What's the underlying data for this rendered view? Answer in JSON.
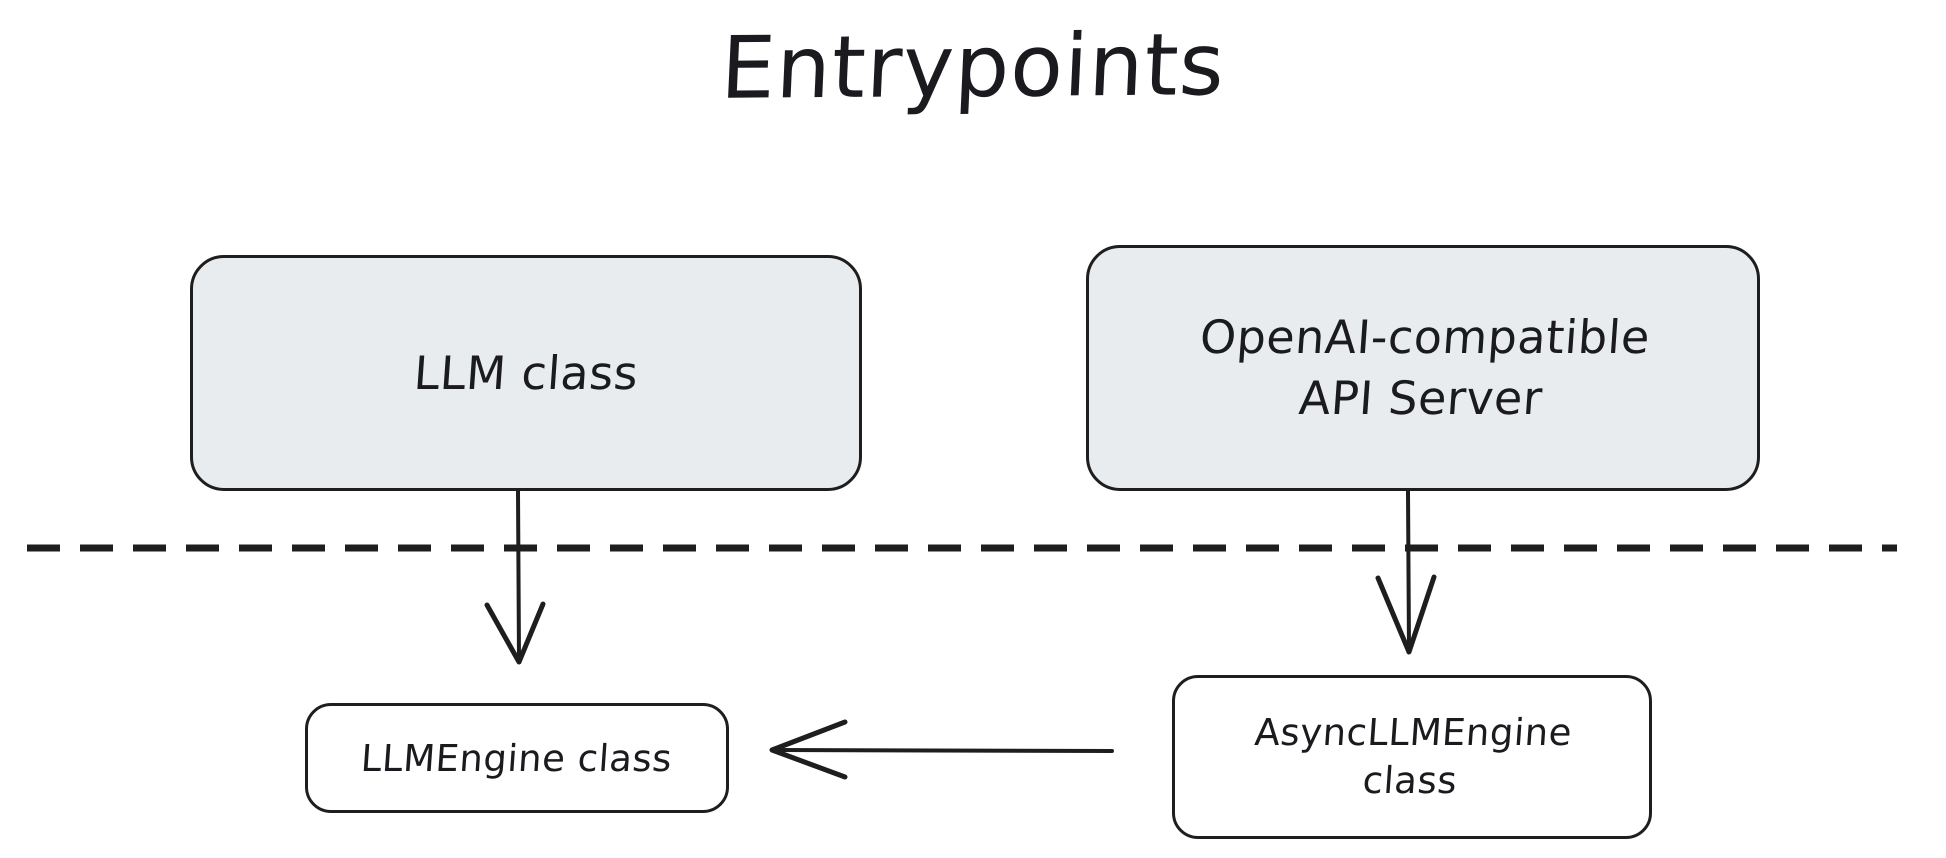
{
  "diagram": {
    "title": "Entrypoints",
    "background_color": "#ffffff",
    "stroke_color": "#1e1e1e",
    "text_color": "#1b1b1f",
    "node_fill_filled": "#e9ecee",
    "node_fill_plain": "#ffffff",
    "style": "hand-drawn sketch (excalidraw-like)",
    "nodes": [
      {
        "id": "llm-class",
        "label": "LLM class",
        "fill": "#e9ecee",
        "layer": "entrypoint"
      },
      {
        "id": "openai-server",
        "label": "OpenAI-compatible\nAPI Server",
        "line1": "OpenAI-compatible",
        "line2": "API Server",
        "fill": "#e9ecee",
        "layer": "entrypoint"
      },
      {
        "id": "llmengine-class",
        "label": "LLMEngine class",
        "fill": "#ffffff",
        "layer": "engine"
      },
      {
        "id": "async-llmengine-class",
        "label": "AsyncLLMEngine\nclass",
        "line1": "AsyncLLMEngine",
        "line2": "class",
        "fill": "#ffffff",
        "layer": "engine"
      }
    ],
    "edges": [
      {
        "id": "llm-to-llmengine",
        "from": "llm-class",
        "to": "llmengine-class",
        "direction": "down",
        "arrowhead": "open-v",
        "label": ""
      },
      {
        "id": "server-to-async-llmengine",
        "from": "openai-server",
        "to": "async-llmengine-class",
        "direction": "down",
        "arrowhead": "open-v",
        "label": ""
      },
      {
        "id": "async-llmengine-to-llmengine",
        "from": "async-llmengine-class",
        "to": "llmengine-class",
        "direction": "left",
        "arrowhead": "open-v",
        "label": ""
      }
    ],
    "divider": {
      "id": "layer-divider",
      "style": "dashed",
      "orientation": "horizontal",
      "label": ""
    }
  }
}
